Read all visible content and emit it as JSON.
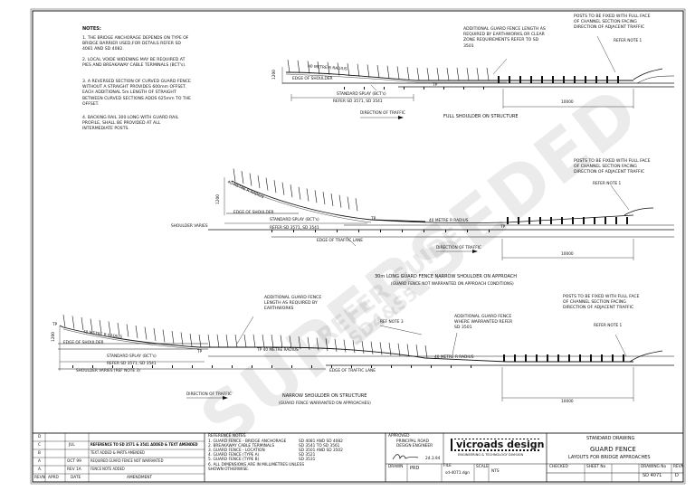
{
  "notes": {
    "heading": "NOTES:",
    "items": [
      "1.  THE BRIDGE ANCHORAGE DEPENDS ON TYPE OF BRIDGE BARRIER USED,FOR DETAILS REFER SD 4081 AND SD 4082.",
      "2.  LOCAL VOIDE WIDENING MAY BE REQUIRED AT PIES AND BREAKAWAY CABLE TERMINALS (BCT's).",
      "3.  A REVERSED SECTION OF CURVED GUARD FENCE WITHOUT A STRAIGHT PROVIDES 600mm OFFSET. EACH ADDITIONAL 5m LENGTH OF STRAIGHT BETWEEN CURVED SECTIONS ADDS 625mm TO THE OFFSET.",
      "4.  BACKING RAIL 300 LONG WITH GUARD RAIL PROFILE, SHALL BE PROVIDED AT ALL INTERMEDIATE POSTS."
    ]
  },
  "watermark": {
    "main": "SUPERSEDED",
    "sub1": "REFER GUIDE",
    "sub2": "SD4&S5"
  },
  "diagram1": {
    "title": "FULL SHOULDER ON STRUCTURE",
    "additional_fence_note": "ADDITIONAL GUARD FENCE LENGTH AS REQUIRED BY EARTHWORKS,OR CLEAR ZONE REQUIREMENTS REFER TO SD 3501",
    "posts_note": "POSTS TO BE FIXED WITH FULL FACE OF CHANNEL SECTION FACING DIRECTION OF ADJACENT TRAFFIC",
    "refer_note": "REFER NOTE 1",
    "radius_label": "40 METRE R RADIUS",
    "dim_1200": "1200",
    "edge_label": "EDGE OF SHOULDER",
    "tp_label": "TP",
    "splay_label": "STANDARD SPLAY (BCT's)",
    "splay_ref": "REFER SD 3571, SD 3541",
    "direction_label": "DIRECTION OF TRAFFIC",
    "dim_10000": "10000"
  },
  "diagram2": {
    "title": "30m LONG GUARD FENCE NARROW SHOULDER ON APPROACH",
    "subtitle": "(GUARD FENCE NOT WARRANTED ON APPROACH CONDITIONS)",
    "posts_note": "POSTS TO BE FIXED WITH FULL FACE OF CHANNEL SECTION FACING DIRECTION OF ADJACENT TRAFFIC",
    "refer_note": "REFER NOTE 1",
    "radius_label": "40 METRE R RADIUS",
    "radius_label2": "40 METRE R RADIUS",
    "dim_1200": "1200",
    "edge_label": "EDGE OF SHOULDER",
    "shoulder_varies": "SHOULDER VARIES",
    "splay_label": "STANDARD SPLAY (BCT's)",
    "splay_ref": "REFER SD 3571, SD 3541",
    "tp_label": "TP",
    "edge_traffic": "EDGE OF TRAFFIC LANE",
    "direction_label": "DIRECTION OF TRAFFIC",
    "dim_10000": "10000"
  },
  "diagram3": {
    "title": "NARROW SHOULDER ON STRUCTURE",
    "subtitle": "(GUARD FENCE WARRANTED ON APPROACHES)",
    "additional_note": "ADDITIONAL GUARD FENCE LENGTH AS REQUIRED BY EARTHWORKS",
    "ref_note3": "REF NOTE 3",
    "warranted_note": "ADDITIONAL GUARD FENCE WHERE WARRANTED REFER SD 3501",
    "posts_note": "POSTS TO BE FIXED WITH FULL FACE OF CHANNEL SECTION FACING DIRECTION OF ADJACENT TRAFFIC",
    "refer_note": "REFER NOTE 1",
    "radius_label": "40 METRE R RADIUS",
    "radius_label2": "TP 40 METRE RADIUS",
    "radius_label3": "40 METRE R RADIUS",
    "tp_label": "TP",
    "dim_1200": "1200",
    "edge_label": "EDGE OF SHOULDER",
    "splay_label": "STANDARD SPLAY (BCT's)",
    "splay_ref": "REFER SD 3571, SD 3541",
    "shoulder_varies": "SHOULDER VARIES (REF NOTE 3)",
    "edge_traffic": "EDGE OF TRAFFIC LANE",
    "direction_label": "DIRECTION OF TRAFFIC",
    "dim_10000": "10000"
  },
  "title_block": {
    "revisions": [
      {
        "rev": "D",
        "date": "",
        "desc": ""
      },
      {
        "rev": "C",
        "date": "JUL",
        "desc": "REFERENCE TO SD 3571 & 3541 ADDED & TEXT AMENDED"
      },
      {
        "rev": "B",
        "date": "",
        "desc": "TEXT ADDED & PARTS AMENDED"
      },
      {
        "rev": "A",
        "date": "OCT 99",
        "desc": "REQUIRED GUARD FENCE NOT WARRANTED"
      },
      {
        "rev": "A.",
        "date": "REV 1A",
        "desc": "FENCE NOTE ADDED"
      }
    ],
    "rev_header": [
      "REVN",
      "APRD",
      "DATE",
      "AMENDMENT"
    ],
    "ref_heading": "REFERENCE NOTES",
    "ref_items": [
      "1. GUARD FENCE - BRIDGE ANCHORAGE",
      "2. BREAKAWAY CABLE TERMINALS",
      "3. GUARD FENCE - LOCATION",
      "4. GUARD FENCE (TYPE A)",
      "5. GUARD FENCE (TYPE B)",
      "6. ALL DIMENSIONS ARE IN MILLIMETRES UNLESS SHOWN OTHERWISE."
    ],
    "ref_codes": [
      "SD 4081 AND SD 4082",
      "SD 3541 TO SD 3561",
      "SD 3501 AND SD 3502",
      "SD 3521",
      "SD 3531"
    ],
    "approved_label": "APPROVED",
    "approved_role": "PRINCIPAL ROAD DESIGN ENGINEER",
    "approved_date": "24.3.94",
    "company": "vicroads design",
    "company_sub": "ENGINEERING & TECHNOLOGY DIVISION",
    "doc_type": "STANDARD DRAWING",
    "doc_title": "GUARD FENCE",
    "doc_subtitle": "LAYOUTS FOR BRIDGE APPROACHES",
    "drawing_no_label": "DRAWING No",
    "drawing_no": "SD 4071",
    "rev_label": "REVN",
    "rev_value": "D",
    "drawn_label": "DRAWN",
    "drawn_value": "PRD",
    "file_label": "FILE",
    "file_value": "sd-4071.dgn",
    "scale_label": "SCALE",
    "scale_value": "NTS",
    "checked_label": "CHECKED",
    "sheet_label": "SHEET No"
  }
}
